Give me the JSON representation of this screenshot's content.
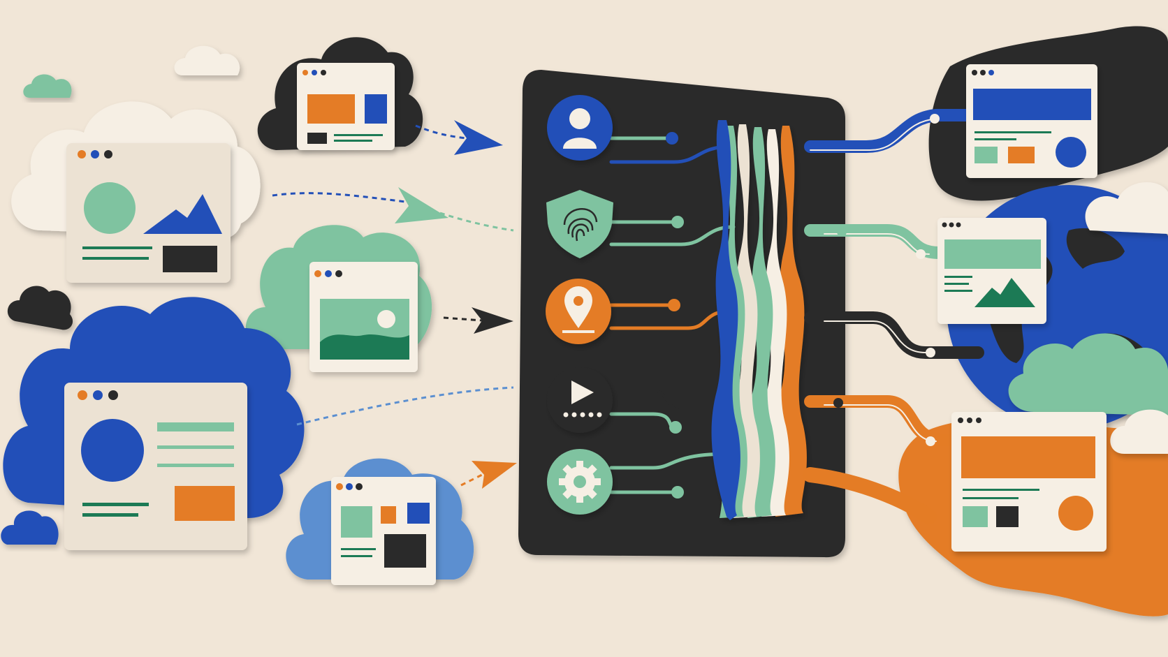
{
  "palette": {
    "background": "#f1e6d7",
    "paper": "#f6efe4",
    "cream": "#ece2d3",
    "blue": "#2350b8",
    "light_blue": "#5b8fd0",
    "green": "#7fc3a0",
    "dark_green": "#1f7a55",
    "orange": "#e47c25",
    "black": "#2a2a2a"
  },
  "hub_icons": [
    "user-icon",
    "fingerprint-shield-icon",
    "location-pin-icon",
    "play-icon",
    "gear-icon"
  ],
  "left_cards": [
    "blue-orange-card",
    "circle-mountain-card",
    "landscape-card",
    "circle-lines-card",
    "blocks-card"
  ],
  "right_cards": [
    "blue-banner-card",
    "green-mountain-card",
    "orange-banner-card"
  ]
}
